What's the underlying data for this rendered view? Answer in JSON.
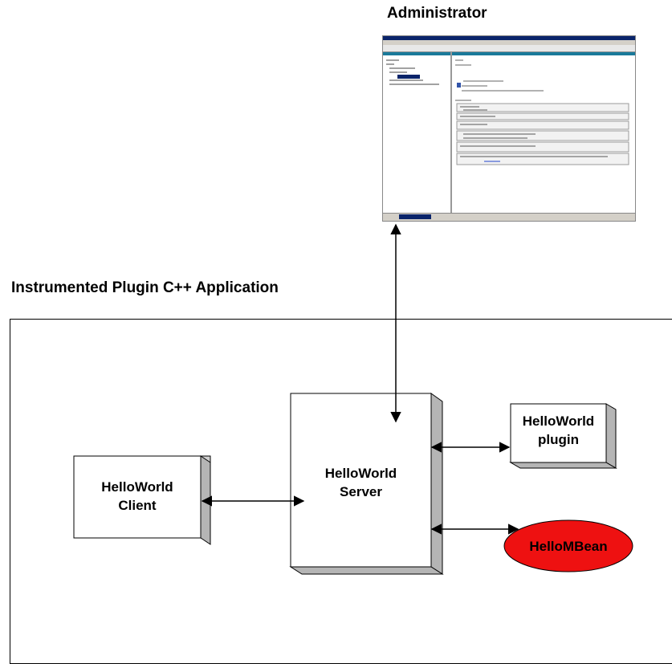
{
  "titles": {
    "administrator": "Administrator",
    "application": "Instrumented Plugin C++ Application"
  },
  "boxes": {
    "client": {
      "line1": "HelloWorld",
      "line2": "Client"
    },
    "server": {
      "line1": "HelloWorld",
      "line2": "Server"
    },
    "plugin": {
      "line1": "HelloWorld",
      "line2": "plugin"
    },
    "mbean": {
      "label": "HelloMBean"
    }
  },
  "colors": {
    "mbean_fill": "#ee1111",
    "box_fill": "#ffffff",
    "shadow": "#b5b5b5",
    "admin_titlebar": "#0a246a",
    "admin_panel_header": "#1a7a9a"
  },
  "admin_window_thumbnail": {
    "icon": "admin-console-screenshot"
  }
}
